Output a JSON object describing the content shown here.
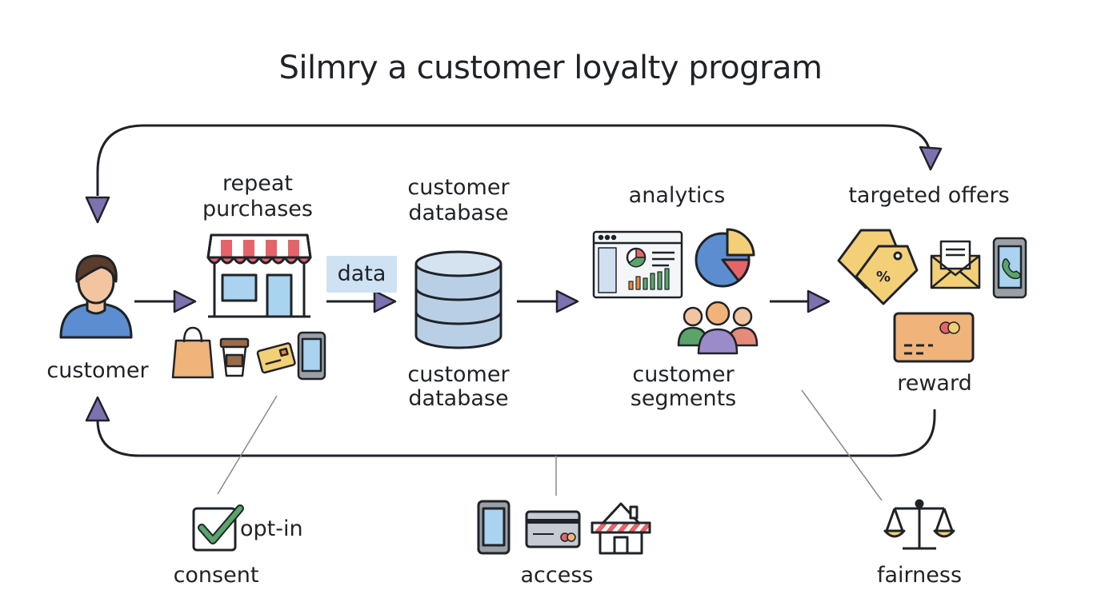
{
  "title": "Silmry a customer loyalty program",
  "nodes": {
    "customer": {
      "label": "customer"
    },
    "repeat_purchases": {
      "label_line1": "repeat",
      "label_line2": "purchases"
    },
    "data_edge": {
      "label": "data"
    },
    "customer_database": {
      "top_line1": "customer",
      "top_line2": "database",
      "bottom_line1": "customer",
      "bottom_line2": "database"
    },
    "analytics": {
      "label": "analytics"
    },
    "customer_segments": {
      "line1": "customer",
      "line2": "segments"
    },
    "targeted_offers": {
      "label": "targeted offers"
    },
    "reward": {
      "label": "reward"
    }
  },
  "principles": {
    "consent": {
      "label": "consent",
      "checkbox_label": "opt-in"
    },
    "access": {
      "label": "access"
    },
    "fairness": {
      "label": "fairness"
    }
  },
  "colors": {
    "arrowhead": "#7d72b0",
    "stroke": "#1f2328",
    "awning_red": "#e4646a",
    "store_blue": "#a9d3ee",
    "db_blue": "#b9cfe6",
    "tag_yellow": "#f3cf77",
    "check_green": "#5aa46a",
    "person_blue": "#5b8dd0"
  }
}
